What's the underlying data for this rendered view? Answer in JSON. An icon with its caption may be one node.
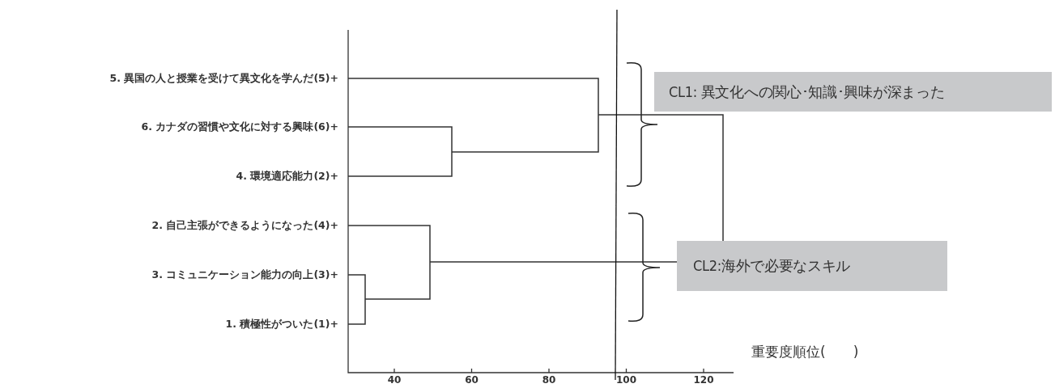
{
  "diagram": {
    "nodes": [
      {
        "text": [
          "CL1: 異文化への関心･知識･興味が深まった"
        ]
      },
      {
        "text": [
          "CL2:海外で必要なスキル"
        ]
      }
    ],
    "labels": [
      "5. 異国の人と授業を受けて異文化を学んだ(5)+",
      "6. カナダの習慣や文化に対する興味(6)+",
      "4. 環境適応能力(2)+",
      "2. 自己主張ができるようになった(4)+",
      "3. コミュニケーション能力の向上(3)+",
      "1. 積極性がついた(1)+",
      "40",
      "60",
      "80",
      "100",
      "120",
      "重要度順位(　　)"
    ]
  }
}
